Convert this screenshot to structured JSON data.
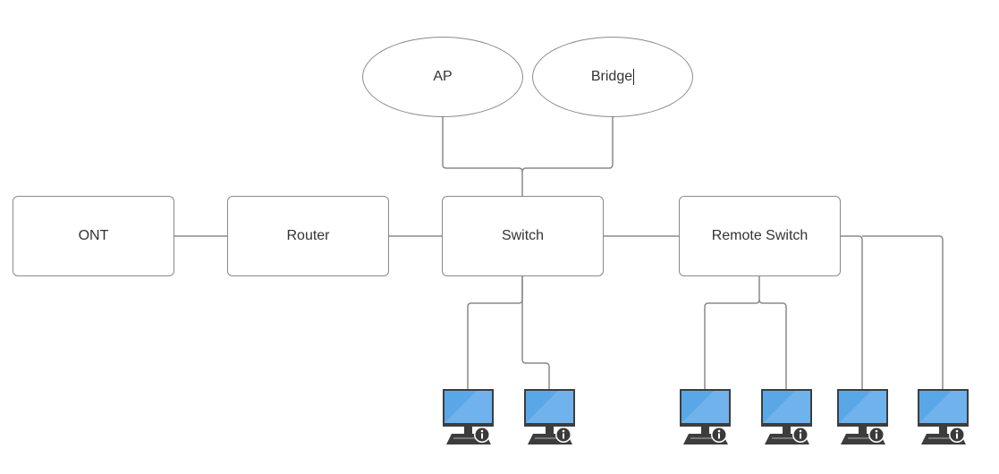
{
  "diagram": {
    "nodes": {
      "ap": {
        "label": "AP",
        "shape": "ellipse"
      },
      "bridge": {
        "label": "Bridge",
        "shape": "ellipse",
        "editing": true
      },
      "ont": {
        "label": "ONT",
        "shape": "rectangle"
      },
      "router": {
        "label": "Router",
        "shape": "rectangle"
      },
      "switch": {
        "label": "Switch",
        "shape": "rectangle"
      },
      "remote_switch": {
        "label": "Remote Switch",
        "shape": "rectangle"
      }
    },
    "computers": {
      "count": 6,
      "icon": "desktop-computer-icon",
      "badge_icon": "info-icon",
      "attached_to_switch": 2,
      "attached_to_remote_switch": 4
    },
    "connections": [
      [
        "ont",
        "router"
      ],
      [
        "router",
        "switch"
      ],
      [
        "switch",
        "remote_switch"
      ],
      [
        "ap",
        "switch"
      ],
      [
        "bridge",
        "switch"
      ],
      [
        "switch",
        "computer-1"
      ],
      [
        "switch",
        "computer-2"
      ],
      [
        "remote_switch",
        "computer-3"
      ],
      [
        "remote_switch",
        "computer-4"
      ],
      [
        "remote_switch",
        "computer-5"
      ],
      [
        "remote_switch",
        "computer-6"
      ]
    ],
    "colors": {
      "line": "#8a8a8a",
      "shape_border": "#8a8a8a",
      "text": "#333333",
      "monitor_screen": "#5aa7e8",
      "monitor_frame": "#3d3d3d",
      "info_badge": "#3a3a3a"
    }
  }
}
